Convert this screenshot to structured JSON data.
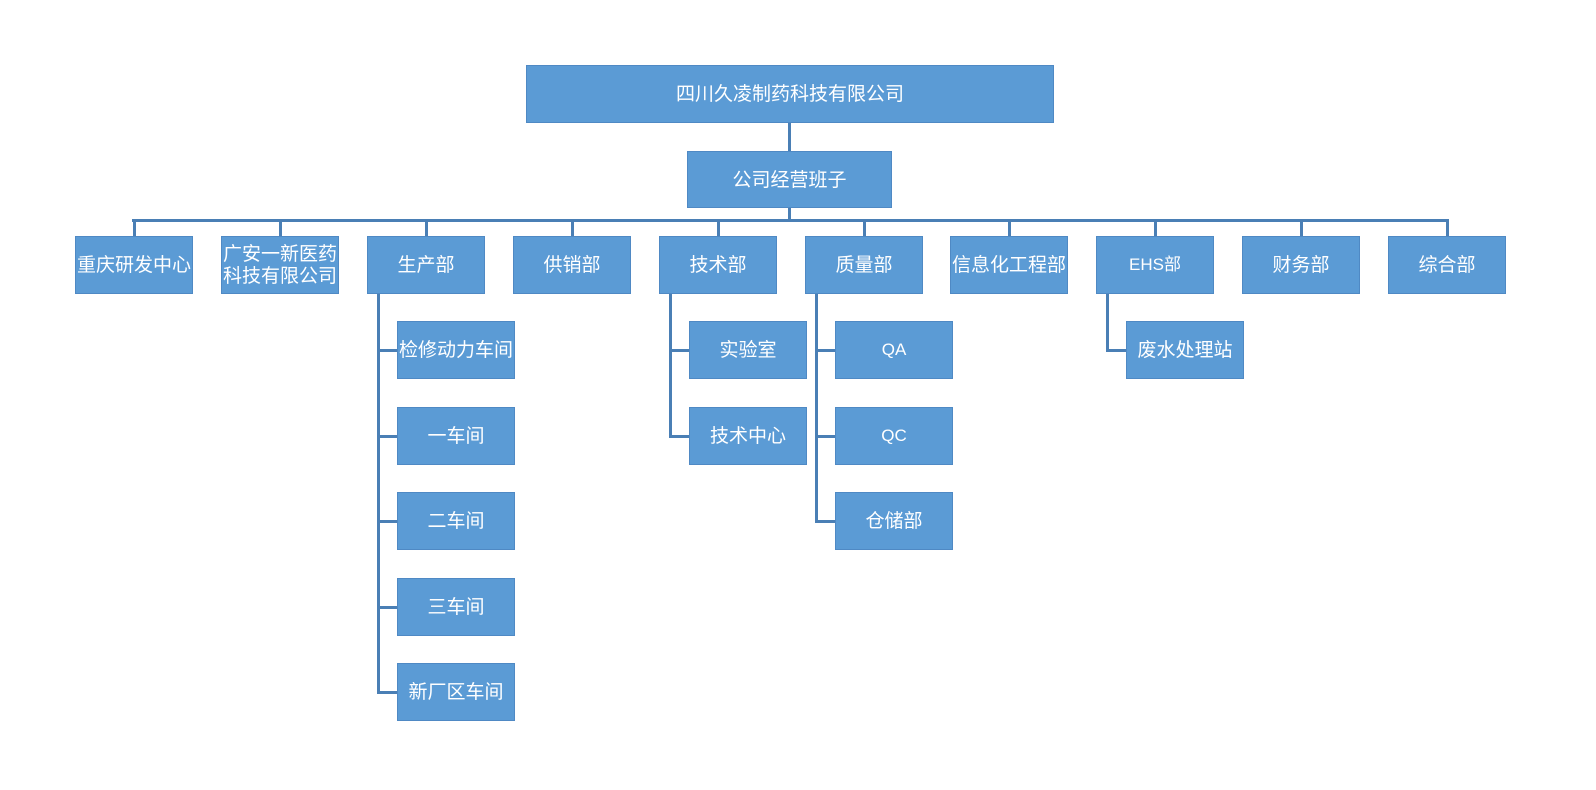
{
  "colors": {
    "box_fill": "#5b9bd5",
    "box_border": "#4f89c4",
    "connector": "#4a7fb5",
    "text": "#ffffff"
  },
  "org": {
    "root": {
      "label": "四川久凌制药科技有限公司"
    },
    "management": {
      "label": "公司经营班子"
    },
    "departments": [
      {
        "label": "重庆研发中心",
        "children": []
      },
      {
        "label": "广安一新医药\n科技有限公司",
        "children": []
      },
      {
        "label": "生产部",
        "children": [
          "检修动力车间",
          "一车间",
          "二车间",
          "三车间",
          "新厂区车间"
        ]
      },
      {
        "label": "供销部",
        "children": []
      },
      {
        "label": "技术部",
        "children": [
          "实验室",
          "技术中心"
        ]
      },
      {
        "label": "质量部",
        "children": [
          "QA",
          "QC",
          "仓储部"
        ]
      },
      {
        "label": "信息化工程部",
        "children": []
      },
      {
        "label": "EHS部",
        "children": [
          "废水处理站"
        ]
      },
      {
        "label": "财务部",
        "children": []
      },
      {
        "label": "综合部",
        "children": []
      }
    ]
  }
}
